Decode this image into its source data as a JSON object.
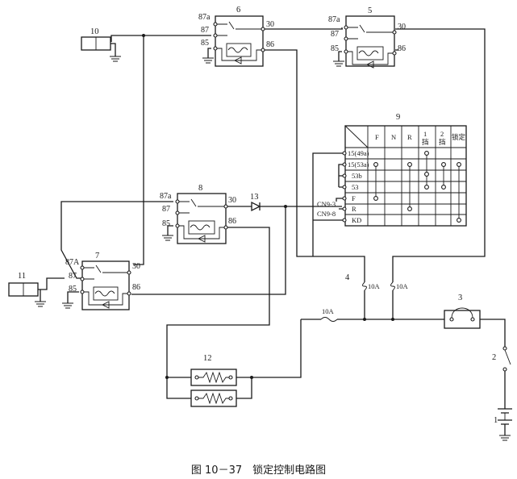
{
  "caption": "图 10－37　锁定控制电路图",
  "components": {
    "c1": "1",
    "c2": "2",
    "c3": "3",
    "c4": "4",
    "c5": "5",
    "c6": "6",
    "c7": "7",
    "c8": "8",
    "c9": "9",
    "c10": "10",
    "c11": "11",
    "c12": "12",
    "c13": "13"
  },
  "relay_pins": {
    "p87a": "87a",
    "p87A": "87A",
    "p87": "87",
    "p85": "85",
    "p30": "30",
    "p86": "86"
  },
  "fuses": {
    "f1": "10A",
    "f2": "10A",
    "f3": "10A"
  },
  "connectors": {
    "cn1": "CN9-3",
    "cn2": "CN9-8"
  },
  "table": {
    "cols": [
      "F",
      "N",
      "R",
      "1\n挡",
      "2\n挡",
      "锁定"
    ],
    "rows": [
      "15(49a)",
      "15(53a)",
      "53b",
      "53",
      "F",
      "R",
      "KD"
    ]
  }
}
